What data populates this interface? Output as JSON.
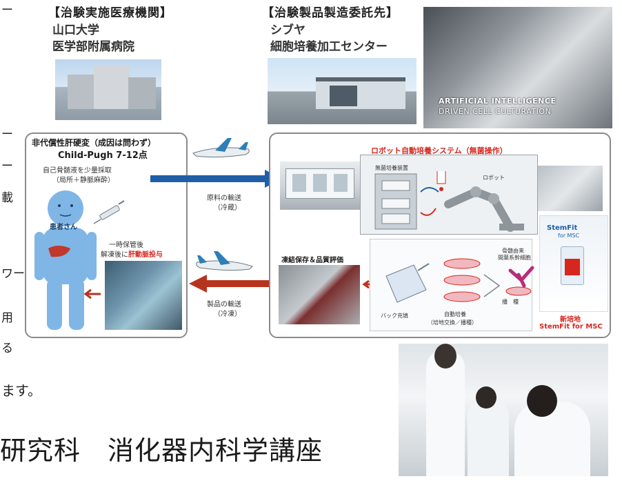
{
  "edge_text": [
    "ー",
    "ー",
    "ー",
    "載",
    "ワー",
    "用",
    "る"
  ],
  "trailing_line": "ます。",
  "department_title": "研究科　消化器内科学講座",
  "institution": {
    "heading": "【治験実施医療機関】",
    "line1": "山口大学",
    "line2": "医学部附属病院"
  },
  "manufacturer": {
    "heading": "【治験製品製造委託先】",
    "line1": "シブヤ",
    "line2": "細胞培養加工センター"
  },
  "ai_photo": {
    "line1": "ARTIFICIAL INTELLIGENCE",
    "line2": "DRIVEN CELL CULTURATION"
  },
  "patient_panel": {
    "title1": "非代償性肝硬変（成因は問わず）",
    "title2": "Child-Pugh 7-12点",
    "harvest1": "自己骨髄液を少量採取",
    "harvest2": "（局所＋静脈麻酔）",
    "patient_label": "患者さん",
    "admin1": "一時保管後",
    "admin2_prefix": "解凍後に",
    "admin2_red": "肝動脈投与"
  },
  "transport": {
    "raw1": "原料の輸送",
    "raw2": "（冷蔵）",
    "product1": "製品の輸送",
    "product2": "（冷凍）"
  },
  "robot_panel": {
    "title": "ロボット自動培養システム（無菌操作）",
    "incubator": "無菌培養装置",
    "robot": "ロボット",
    "freeze": "凍結保存＆品質評価",
    "bag": "バック充填",
    "auto1": "自動培養",
    "auto2": "（培地交換／播種）",
    "seed": "播　種",
    "msc1": "骨髄由来",
    "msc2": "間葉系幹細胞"
  },
  "stemfit": {
    "brand": "StemFit",
    "brand_sub": "for MSC",
    "caption1": "新培地",
    "caption2": "StemFit for MSC"
  },
  "colors": {
    "arrow_blue": "#1f5fa8",
    "arrow_red": "#b8331e",
    "accent_red": "#d7261e",
    "patient_blue": "#7fb6e6"
  }
}
